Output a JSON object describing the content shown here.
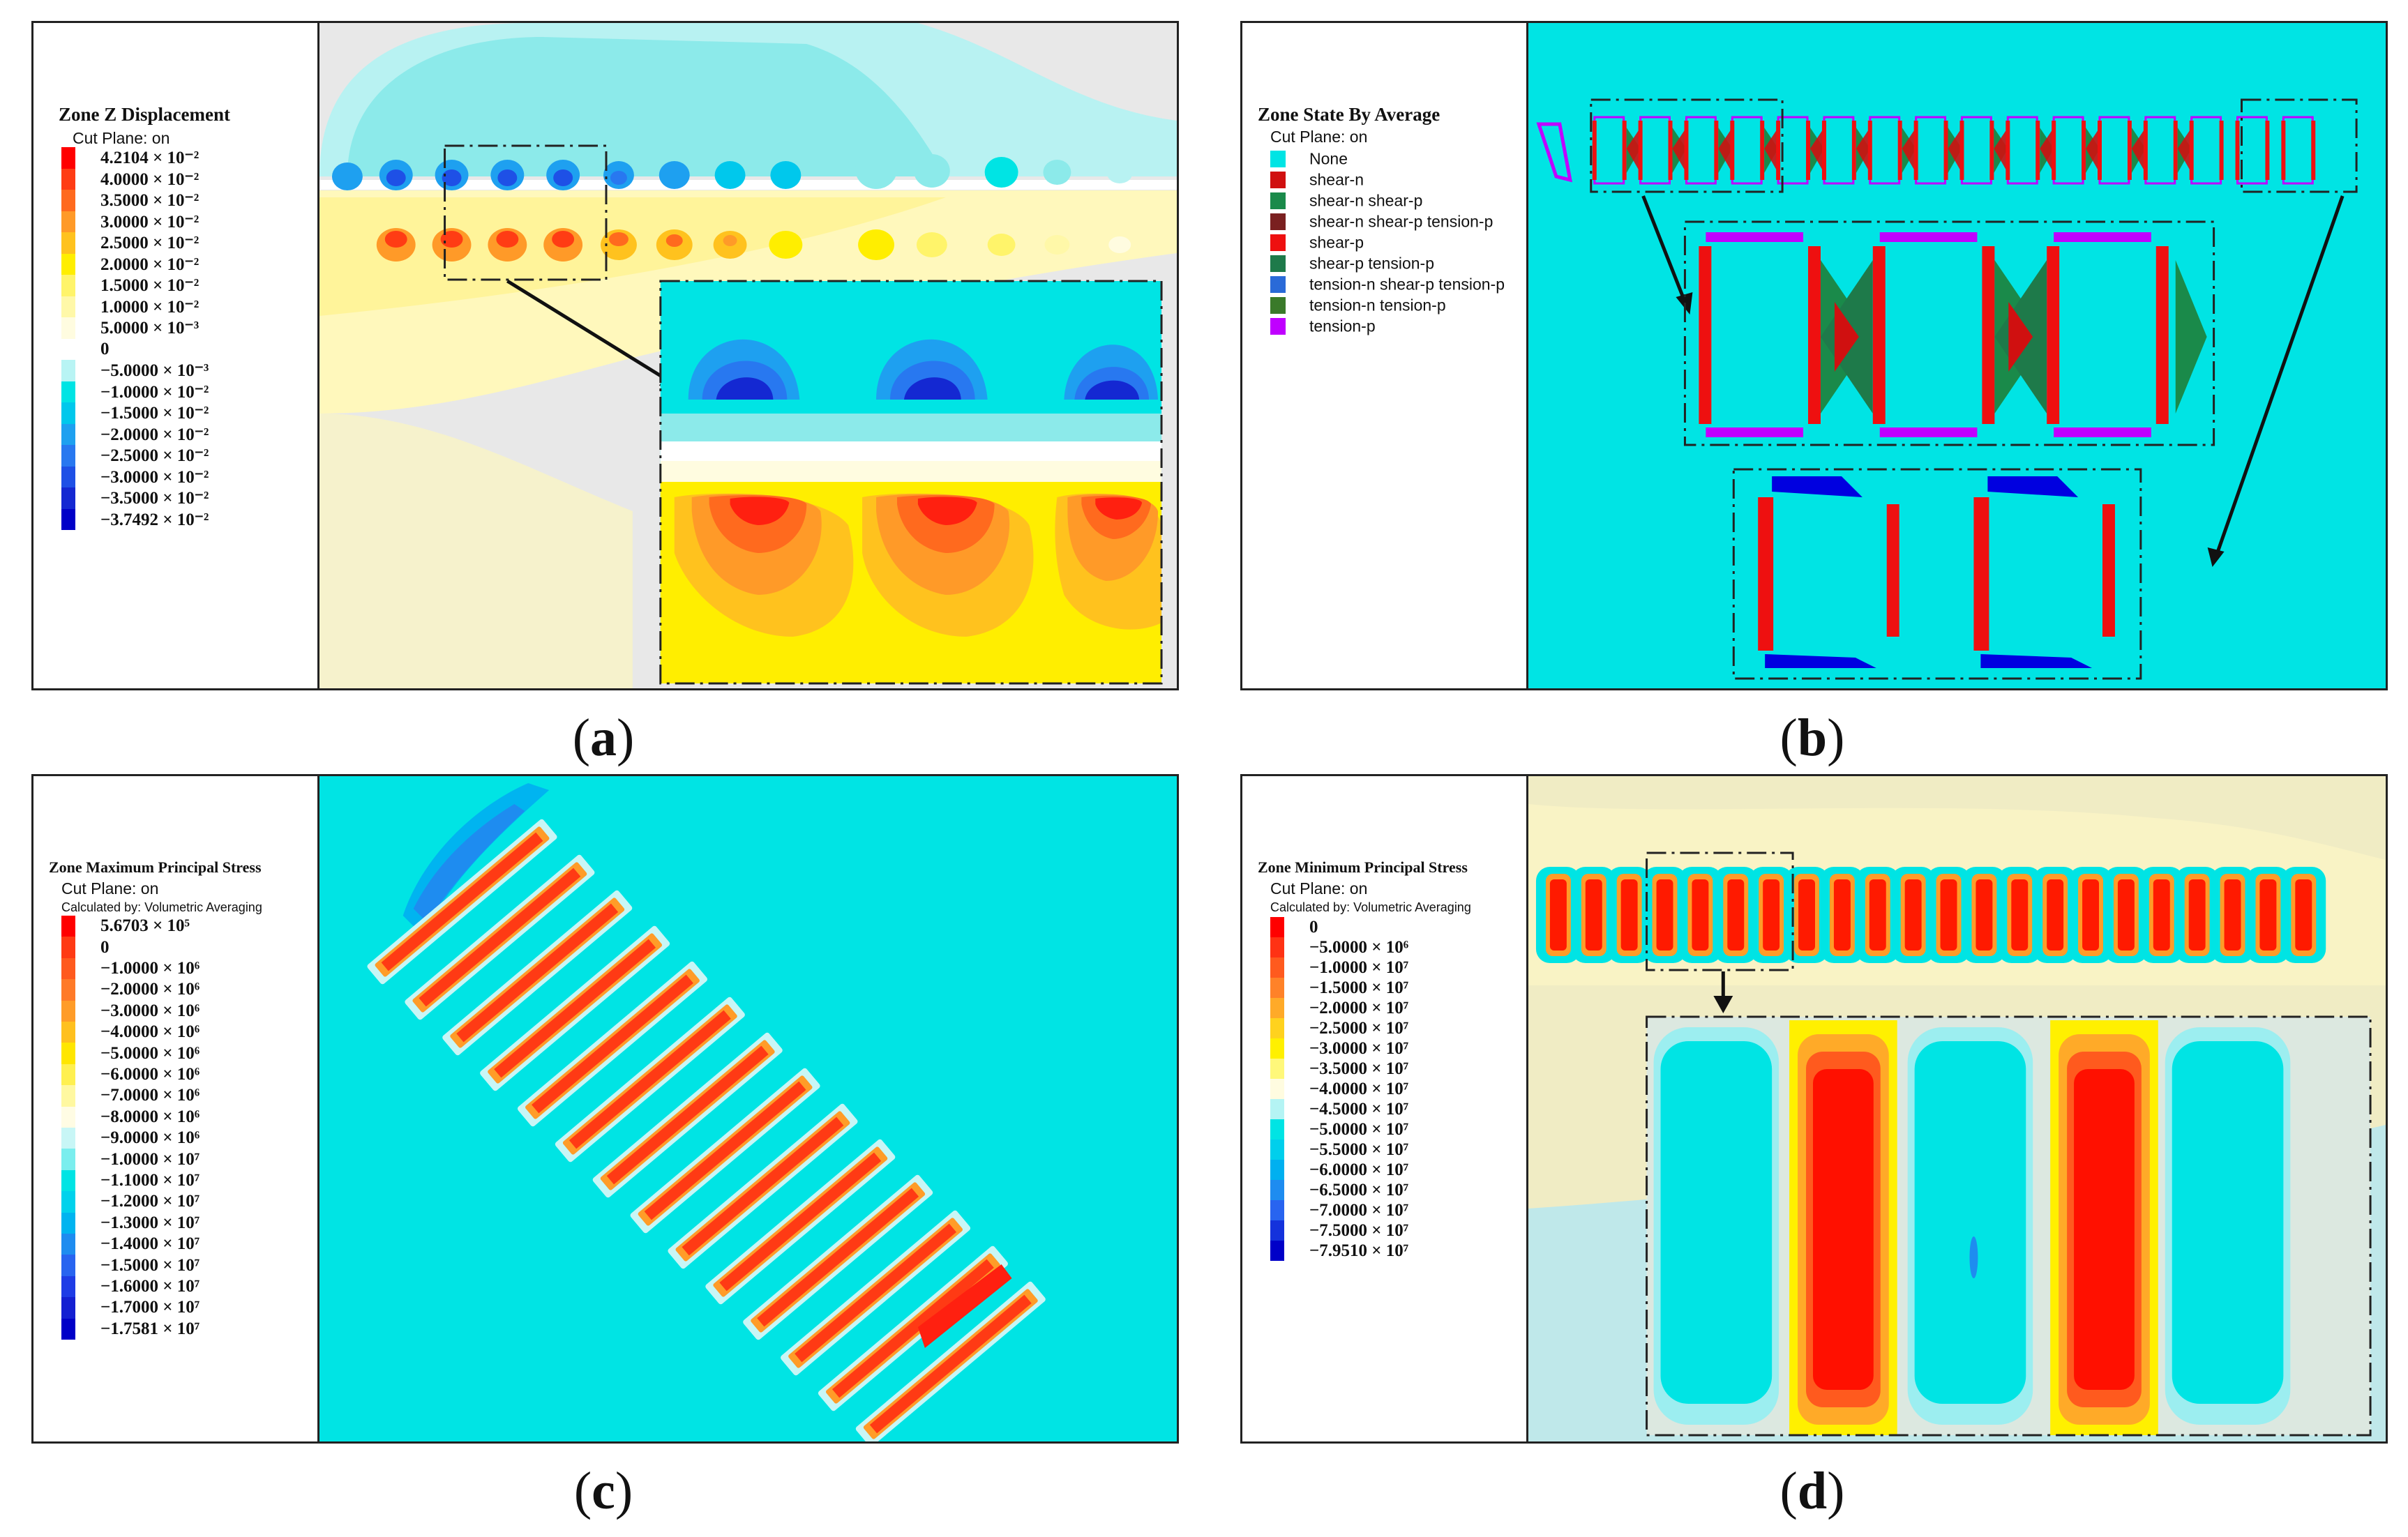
{
  "panels": {
    "a": {
      "caption_letter": "a",
      "title": "Zone Z Displacement",
      "cut_plane": "Cut Plane: on",
      "legend": [
        {
          "label": "4.2104 × 10⁻²",
          "color": "#ff0000"
        },
        {
          "label": "4.0000 × 10⁻²",
          "color": "#ff3c14"
        },
        {
          "label": "3.5000 × 10⁻²",
          "color": "#ff6a1e"
        },
        {
          "label": "3.0000 × 10⁻²",
          "color": "#ff9a28"
        },
        {
          "label": "2.5000 × 10⁻²",
          "color": "#ffc21e"
        },
        {
          "label": "2.0000 × 10⁻²",
          "color": "#ffee00"
        },
        {
          "label": "1.5000 × 10⁻²",
          "color": "#fff46a"
        },
        {
          "label": "1.0000 × 10⁻²",
          "color": "#fff8a8"
        },
        {
          "label": "5.0000 × 10⁻³",
          "color": "#fffce0"
        },
        {
          "label": "0",
          "color": "#ffffff"
        },
        {
          "label": "−5.0000 × 10⁻³",
          "color": "#b8f4f4"
        },
        {
          "label": "−1.0000 × 10⁻²",
          "color": "#00e4e4"
        },
        {
          "label": "−1.5000 × 10⁻²",
          "color": "#00c8ec"
        },
        {
          "label": "−2.0000 × 10⁻²",
          "color": "#1ea0f0"
        },
        {
          "label": "−2.5000 × 10⁻²",
          "color": "#2878f0"
        },
        {
          "label": "−3.0000 × 10⁻²",
          "color": "#1e50e6"
        },
        {
          "label": "−3.5000 × 10⁻²",
          "color": "#1428d2"
        },
        {
          "label": "−3.7492 × 10⁻²",
          "color": "#0000c8"
        }
      ]
    },
    "b": {
      "caption_letter": "b",
      "title": "Zone State By Average",
      "cut_plane": "Cut Plane: on",
      "legend": [
        {
          "label": "None",
          "color": "#00e4e4"
        },
        {
          "label": "shear-n",
          "color": "#d01010"
        },
        {
          "label": "shear-n shear-p",
          "color": "#1a8a4a"
        },
        {
          "label": "shear-n shear-p tension-p",
          "color": "#7a2020"
        },
        {
          "label": "shear-p",
          "color": "#ee1010"
        },
        {
          "label": "shear-p tension-p",
          "color": "#1e7a4a"
        },
        {
          "label": "tension-n shear-p tension-p",
          "color": "#2a6ad8"
        },
        {
          "label": "tension-n tension-p",
          "color": "#3a7a2a"
        },
        {
          "label": "tension-p",
          "color": "#c000ff"
        }
      ]
    },
    "c": {
      "caption_letter": "c",
      "title": "Zone Maximum Principal Stress",
      "cut_plane": "Cut Plane: on",
      "calculated_by": "Calculated by: Volumetric Averaging",
      "legend": [
        {
          "label": "5.6703 × 10⁵",
          "color": "#ff0000"
        },
        {
          "label": "0",
          "color": "#ff3a14"
        },
        {
          "label": "−1.0000 × 10⁶",
          "color": "#ff5a1e"
        },
        {
          "label": "−2.0000 × 10⁶",
          "color": "#ff7a28"
        },
        {
          "label": "−3.0000 × 10⁶",
          "color": "#ff9c28"
        },
        {
          "label": "−4.0000 × 10⁶",
          "color": "#ffc01e"
        },
        {
          "label": "−5.0000 × 10⁶",
          "color": "#ffe600"
        },
        {
          "label": "−6.0000 × 10⁶",
          "color": "#fff050"
        },
        {
          "label": "−7.0000 × 10⁶",
          "color": "#fff8a0"
        },
        {
          "label": "−8.0000 × 10⁶",
          "color": "#fffce4"
        },
        {
          "label": "−9.0000 × 10⁶",
          "color": "#c8f6f6"
        },
        {
          "label": "−1.0000 × 10⁷",
          "color": "#7aeeee"
        },
        {
          "label": "−1.1000 × 10⁷",
          "color": "#00e4e4"
        },
        {
          "label": "−1.2000 × 10⁷",
          "color": "#00d2ec"
        },
        {
          "label": "−1.3000 × 10⁷",
          "color": "#00b4f0"
        },
        {
          "label": "−1.4000 × 10⁷",
          "color": "#1e8cf0"
        },
        {
          "label": "−1.5000 × 10⁷",
          "color": "#2864f0"
        },
        {
          "label": "−1.6000 × 10⁷",
          "color": "#1e3ce6"
        },
        {
          "label": "−1.7000 × 10⁷",
          "color": "#1420d2"
        },
        {
          "label": "−1.7581 × 10⁷",
          "color": "#0000c8"
        }
      ]
    },
    "d": {
      "caption_letter": "d",
      "title": "Zone Minimum Principal Stress",
      "cut_plane": "Cut Plane: on",
      "calculated_by": "Calculated by: Volumetric Averaging",
      "legend": [
        {
          "label": "0",
          "color": "#ff0000"
        },
        {
          "label": "−5.0000 × 10⁶",
          "color": "#ff3214"
        },
        {
          "label": "−1.0000 × 10⁷",
          "color": "#ff5a1e"
        },
        {
          "label": "−1.5000 × 10⁷",
          "color": "#ff8228"
        },
        {
          "label": "−2.0000 × 10⁷",
          "color": "#ffaa28"
        },
        {
          "label": "−2.5000 × 10⁷",
          "color": "#ffd21e"
        },
        {
          "label": "−3.0000 × 10⁷",
          "color": "#fff000"
        },
        {
          "label": "−3.5000 × 10⁷",
          "color": "#fff87a"
        },
        {
          "label": "−4.0000 × 10⁷",
          "color": "#fffce0"
        },
        {
          "label": "−4.5000 × 10⁷",
          "color": "#b4f4f4"
        },
        {
          "label": "−5.0000 × 10⁷",
          "color": "#00e4e4"
        },
        {
          "label": "−5.5000 × 10⁷",
          "color": "#00cfec"
        },
        {
          "label": "−6.0000 × 10⁷",
          "color": "#00b0f0"
        },
        {
          "label": "−6.5000 × 10⁷",
          "color": "#1e8cf0"
        },
        {
          "label": "−7.0000 × 10⁷",
          "color": "#2864f0"
        },
        {
          "label": "−7.5000 × 10⁷",
          "color": "#1432dc"
        },
        {
          "label": "−7.9510 × 10⁷",
          "color": "#0000c8"
        }
      ]
    }
  }
}
